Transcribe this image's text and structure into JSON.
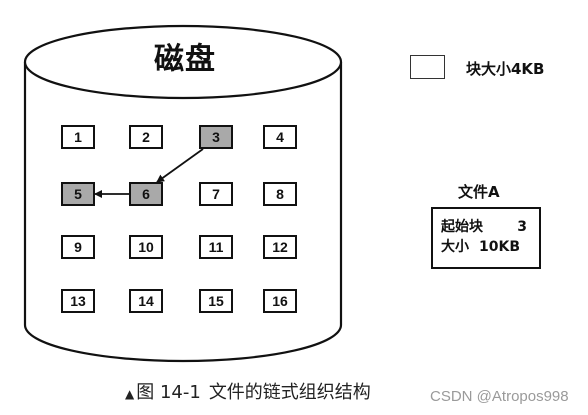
{
  "disk": {
    "title": "磁盘"
  },
  "blocks": [
    {
      "label": "1",
      "used": false
    },
    {
      "label": "2",
      "used": false
    },
    {
      "label": "3",
      "used": true
    },
    {
      "label": "4",
      "used": false
    },
    {
      "label": "5",
      "used": true
    },
    {
      "label": "6",
      "used": true
    },
    {
      "label": "7",
      "used": false
    },
    {
      "label": "8",
      "used": false
    },
    {
      "label": "9",
      "used": false
    },
    {
      "label": "10",
      "used": false
    },
    {
      "label": "11",
      "used": false
    },
    {
      "label": "12",
      "used": false
    },
    {
      "label": "13",
      "used": false
    },
    {
      "label": "14",
      "used": false
    },
    {
      "label": "15",
      "used": false
    },
    {
      "label": "16",
      "used": false
    }
  ],
  "chain": [
    "3",
    "6",
    "5"
  ],
  "legend": {
    "label": "块大小4KB"
  },
  "file": {
    "title": "文件A",
    "start_label": "起始块",
    "start_value": "3",
    "size_label": "大小",
    "size_value": "10KB"
  },
  "caption": {
    "marker": "▲",
    "figure": "图 14-1",
    "text": "文件的链式组织结构"
  },
  "watermark": "CSDN @Atropos998",
  "colors": {
    "used_block": "#a9a9a9",
    "line": "#111111"
  }
}
